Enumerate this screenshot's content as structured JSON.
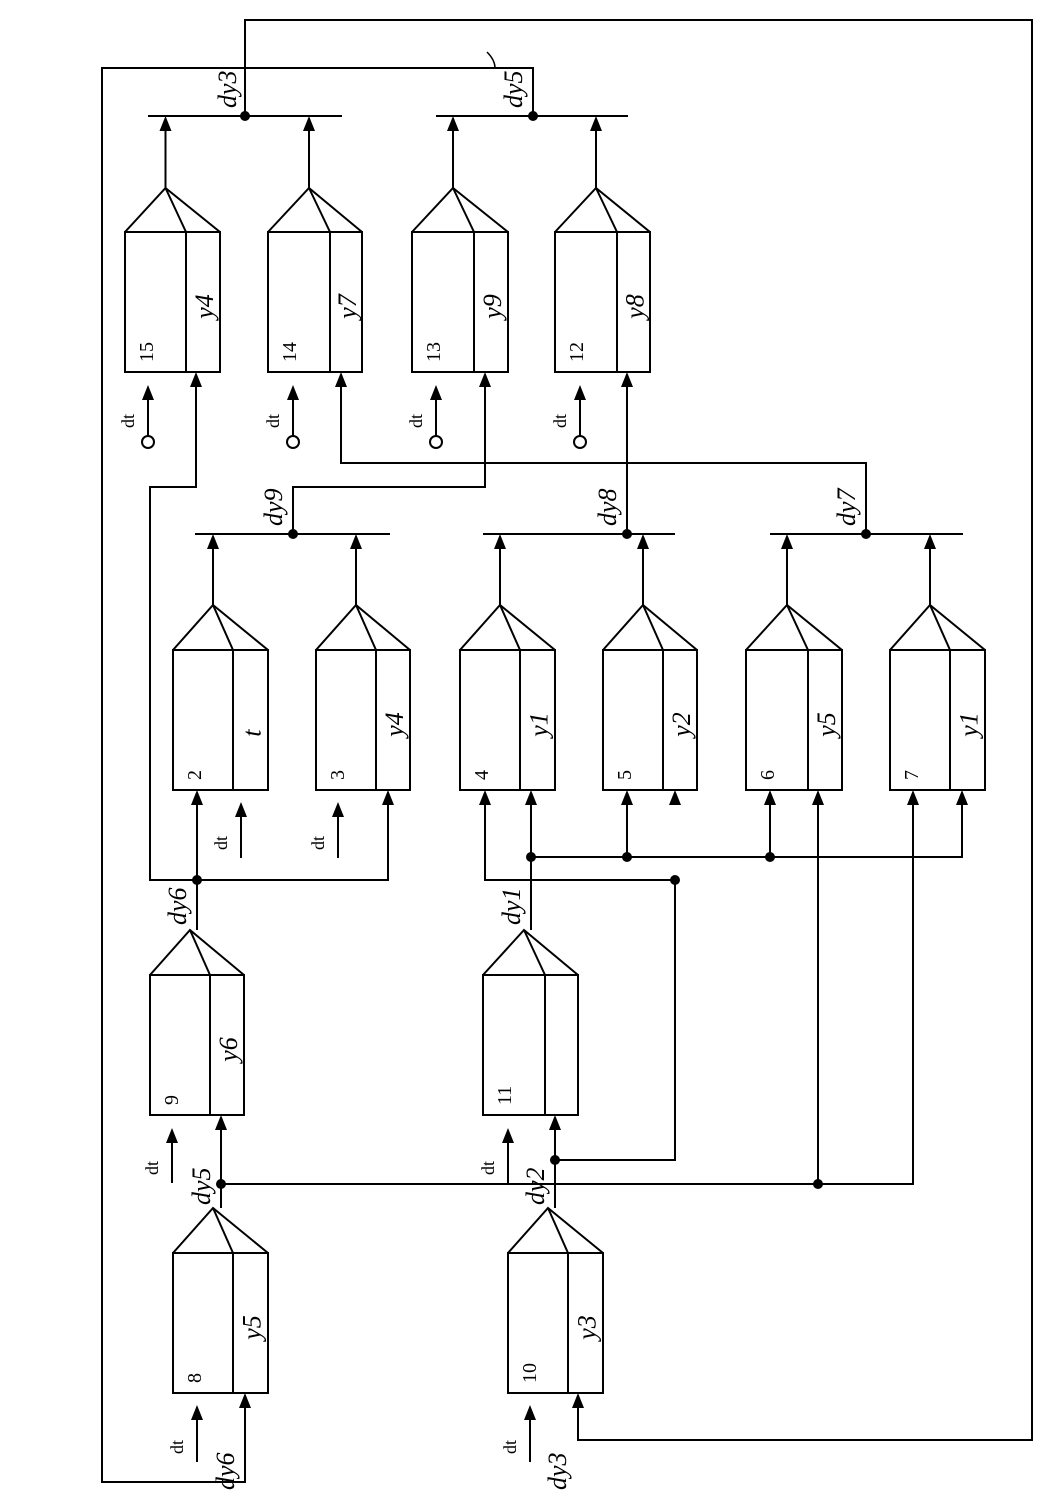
{
  "integrators": [
    {
      "id": "15",
      "num": "15",
      "out": "y4"
    },
    {
      "id": "14",
      "num": "14",
      "out": "y7"
    },
    {
      "id": "13",
      "num": "13",
      "out": "y9"
    },
    {
      "id": "12",
      "num": "12",
      "out": "y8"
    },
    {
      "id": "2",
      "num": "2",
      "out": "t"
    },
    {
      "id": "3",
      "num": "3",
      "out": "y4"
    },
    {
      "id": "4",
      "num": "4",
      "out": "y1"
    },
    {
      "id": "5",
      "num": "5",
      "out": "y2"
    },
    {
      "id": "6",
      "num": "6",
      "out": "y5"
    },
    {
      "id": "7",
      "num": "7",
      "out": "y1"
    },
    {
      "id": "9",
      "num": "9",
      "out": "y6"
    },
    {
      "id": "11",
      "num": "11",
      "out": ""
    },
    {
      "id": "8",
      "num": "8",
      "out": "y5"
    },
    {
      "id": "10",
      "num": "10",
      "out": "y3"
    }
  ],
  "signals": {
    "dy3_top": "dy3",
    "dy5_top": "dy5",
    "dy9": "dy9",
    "dy8": "dy8",
    "dy7": "dy7",
    "dy6": "dy6",
    "dy1": "dy1",
    "dy5": "dy5",
    "dy2": "dy2",
    "dy6_in": "dy6",
    "dy3_in": "dy3"
  },
  "dt_label": "dt",
  "line_color": "#000000"
}
